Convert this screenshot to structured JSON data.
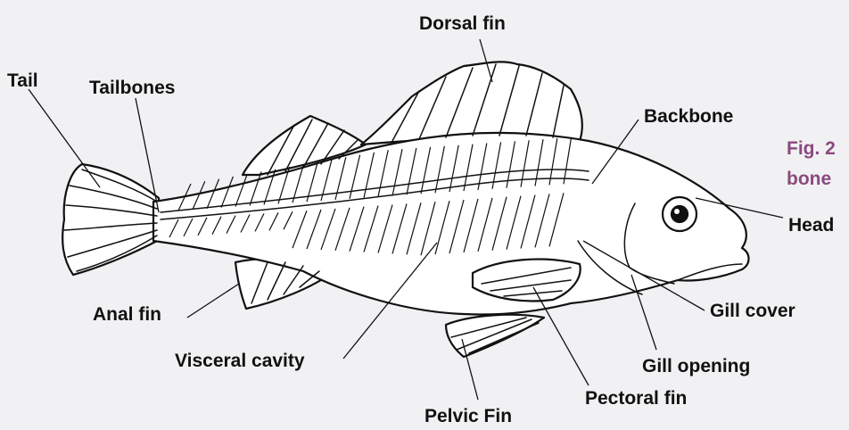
{
  "labels": {
    "dorsal_fin": "Dorsal fin",
    "tail": "Tail",
    "tailbones": "Tailbones",
    "backbone": "Backbone",
    "head": "Head",
    "anal_fin": "Anal fin",
    "gill_cover": "Gill cover",
    "visceral_cavity": "Visceral cavity",
    "gill_opening": "Gill opening",
    "pectoral_fin": "Pectoral fin",
    "pelvic_fin": "Pelvic Fin"
  },
  "caption": {
    "line1": "Fig. 2",
    "line2": "bone"
  },
  "colors": {
    "background": "#f1f1f3",
    "ink": "#111111",
    "caption": "#8a4a7e"
  }
}
